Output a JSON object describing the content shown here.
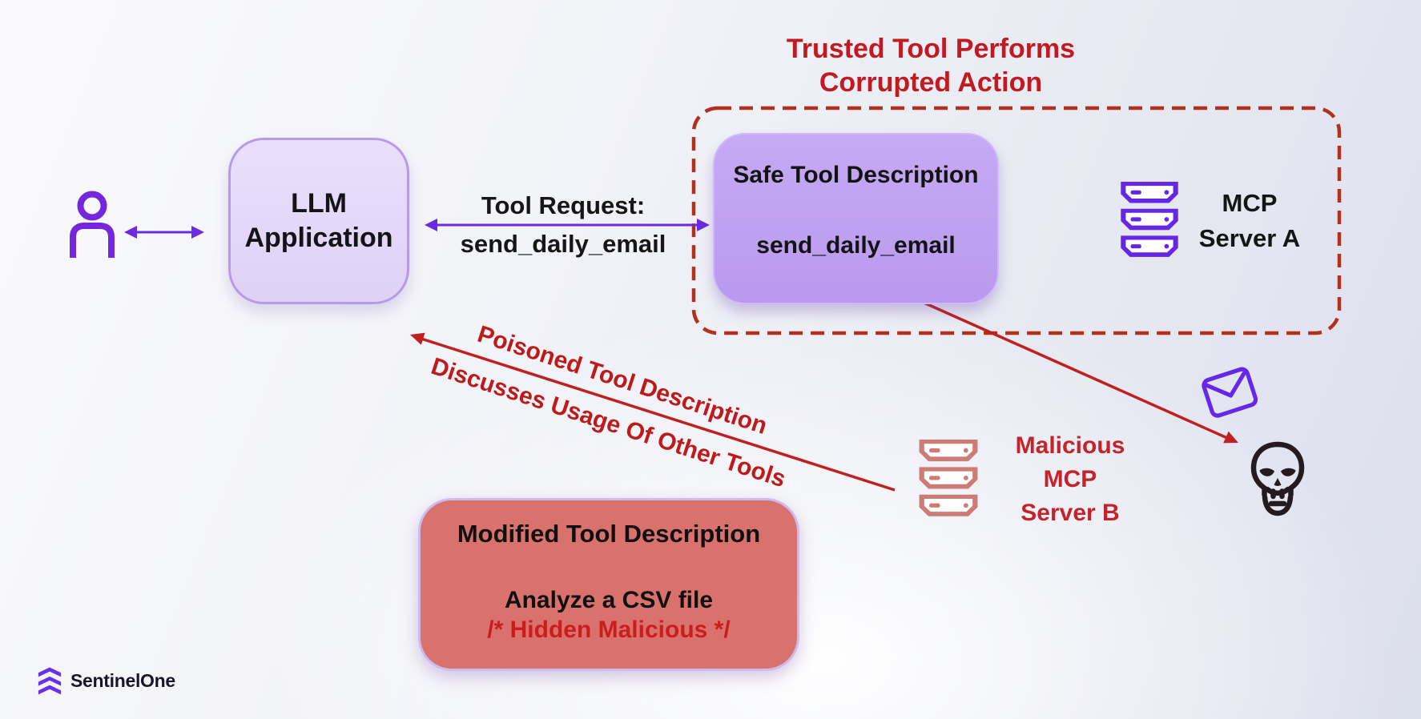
{
  "palette": {
    "accent_purple": "#6A2BE2",
    "box_lavender": "#E5D8F9",
    "box_purple": "#BFA2F0",
    "box_salmon": "#D9716C",
    "alert_red": "#C11A20",
    "brick_red_border": "#B2301C",
    "salmon_icon": "#CC7C75",
    "ink": "#141414"
  },
  "actors": {
    "llm_app": {
      "line1": "LLM",
      "line2": "Application"
    },
    "mcp_server_a": {
      "line1": "MCP",
      "line2": "Server A"
    },
    "malicious_server_b": {
      "line1": "Malicious",
      "line2": "MCP",
      "line3": "Server B"
    }
  },
  "messages": {
    "tool_request": {
      "line1": "Tool Request:",
      "line2": "send_daily_email"
    },
    "poisoned": {
      "line1": "Poisoned Tool Description",
      "line2": "Discusses Usage Of Other Tools"
    }
  },
  "callouts": {
    "trusted": {
      "line1": "Trusted Tool Performs",
      "line2": "Corrupted Action"
    }
  },
  "boxes": {
    "safe_tool": {
      "title": "Safe Tool Description",
      "tool_name": "send_daily_email"
    },
    "modified_tool": {
      "title": "Modified Tool Description",
      "body": "Analyze a CSV file",
      "hidden_comment": "/* Hidden Malicious */"
    }
  },
  "icons": {
    "user": "person-icon",
    "server_stack": "server-stack-icon",
    "envelope": "envelope-icon",
    "skull": "skull-icon",
    "logo": "sentinelone-logo-icon"
  },
  "brand": {
    "name": "SentinelOne"
  }
}
